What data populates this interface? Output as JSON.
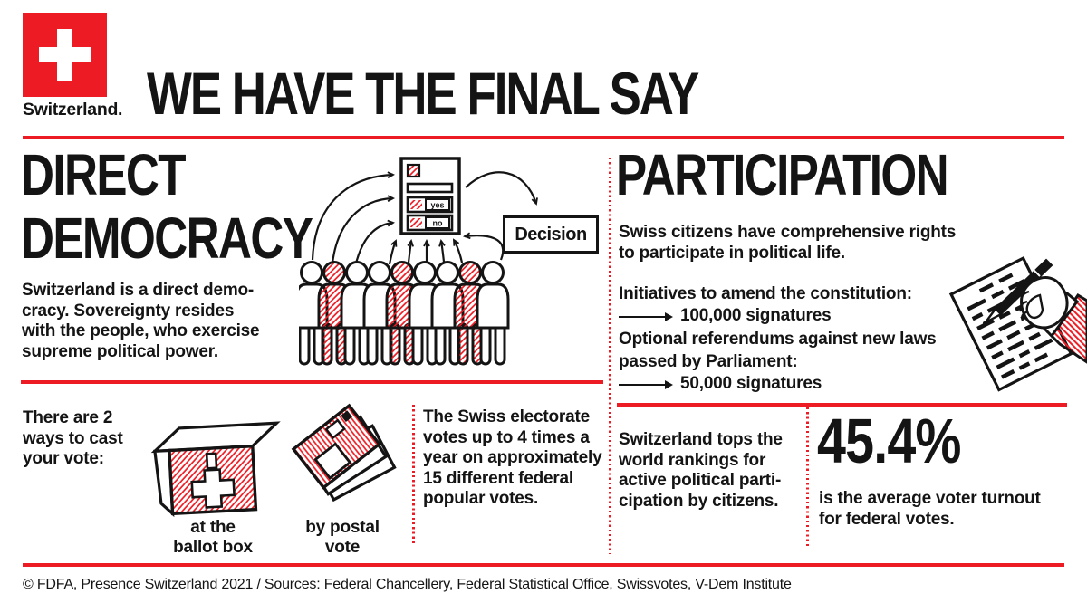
{
  "colors": {
    "swiss_red": "#ED1C24",
    "ink": "#141414",
    "paper": "#FFFFFF"
  },
  "header": {
    "logo_label": "Switzerland.",
    "title": "WE HAVE THE FINAL SAY"
  },
  "direct_democracy": {
    "title": "DIRECT\nDEMOCRACY",
    "body": "Switzerland is a direct demo-\ncracy. Sovereignty resides\nwith the people, who exercise\nsupreme political power.",
    "ballot": {
      "yes": "yes",
      "no": "no"
    },
    "decision_label": "Decision"
  },
  "participation": {
    "title": "PARTICIPATION",
    "intro": "Swiss citizens have comprehensive rights\nto participate in political life.",
    "initiatives_label": "Initiatives to amend the constitution:",
    "initiatives_value": "100,000 signatures",
    "referendums_label": "Optional referendums against new laws\npassed by Parliament:",
    "referendums_value": "50,000 signatures"
  },
  "voting_ways": {
    "intro": "There are 2\nways to cast\nyour vote:",
    "ballot_box_caption": "at the\nballot box",
    "postal_caption": "by postal\nvote",
    "frequency": "The Swiss electorate\nvotes up to 4 times a\nyear on approximately\n15 different federal\npopular votes."
  },
  "turnout": {
    "ranking": "Switzerland tops the\nworld rankings for\nactive political parti-\ncipation by citizens.",
    "value": "45.4%",
    "value_caption": "is the average voter turnout\nfor federal votes."
  },
  "footer": {
    "credit": "© FDFA, Presence Switzerland 2021 / Sources: Federal Chancellery, Federal Statistical Office, Swissvotes, V-Dem Institute"
  }
}
